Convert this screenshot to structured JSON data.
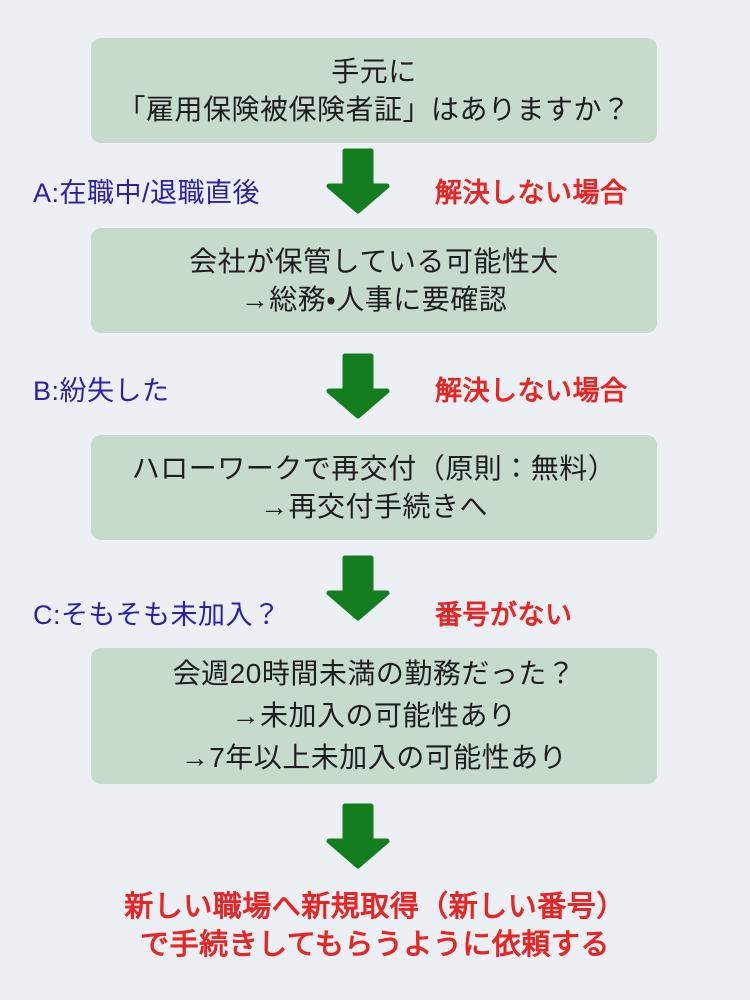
{
  "flowchart": {
    "start_box": {
      "lines": [
        "手元に",
        "「雇用保険被保険者証」はありますか？"
      ]
    },
    "branches": [
      {
        "label": "A:在職中/退職直後",
        "condition": "解決しない場合"
      },
      {
        "label": "B:紛失した",
        "condition": "解決しない場合"
      },
      {
        "label": "C:そもそも未加入？",
        "condition": "番号がない"
      }
    ],
    "result_boxes": [
      {
        "lines": [
          "会社が保管している可能性大",
          "→総務・人事に要確認"
        ]
      },
      {
        "lines": [
          "ハローワークで再交付（原則：無料）",
          "→再交付手続きへ"
        ]
      },
      {
        "lines": [
          "会週20時間未満の勤務だった？",
          "→未加入の可能性あり",
          "→7年以上未加入の可能性あり"
        ]
      }
    ],
    "final_note": {
      "lines": [
        "新しい職場へ新規取得（新しい番号）",
        "で手続きしてもらうように依頼する"
      ]
    }
  },
  "colors": {
    "background": "#ecf0f5",
    "box_fill": "#c6dbcc",
    "arrow_green": "#127c1f",
    "branch_blue": "#2a21a4",
    "alert_red": "#e62525",
    "box_text": "#1e1e1e"
  }
}
